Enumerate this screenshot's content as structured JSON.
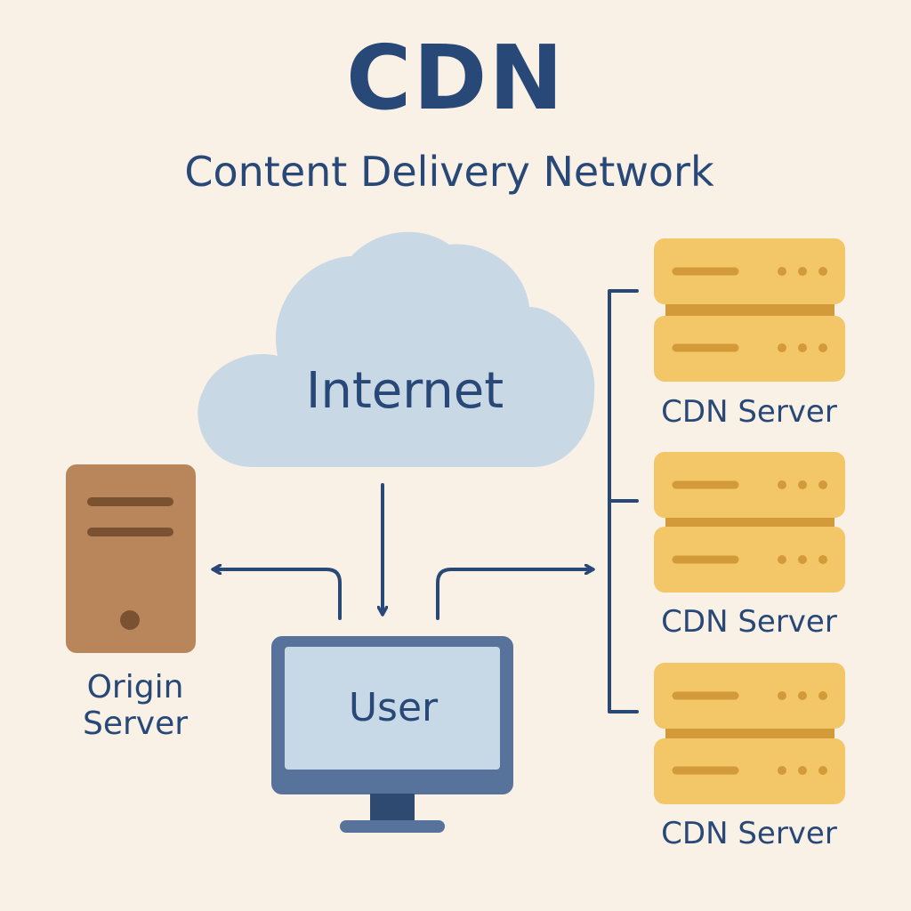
{
  "title": "CDN",
  "subtitle": "Content Delivery Network",
  "nodes": {
    "internet": "Internet",
    "user": "User",
    "origin": "Origin\nServer",
    "cdn_servers": [
      "CDN Server",
      "CDN Server",
      "CDN Server"
    ]
  },
  "colors": {
    "background": "#f9f0e6",
    "text": "#284878",
    "cloud": "#c8d8e4",
    "origin_server": "#b9865c",
    "origin_server_detail": "#7a5232",
    "cdn_server": "#f3c667",
    "cdn_server_detail": "#d39a3a",
    "monitor_frame": "#58739b",
    "monitor_screen": "#c7d9e6",
    "connector": "#284878"
  },
  "icons": {
    "internet": "cloud-icon",
    "user": "monitor-icon",
    "origin": "server-tower-icon",
    "cdn": "server-rack-icon"
  }
}
